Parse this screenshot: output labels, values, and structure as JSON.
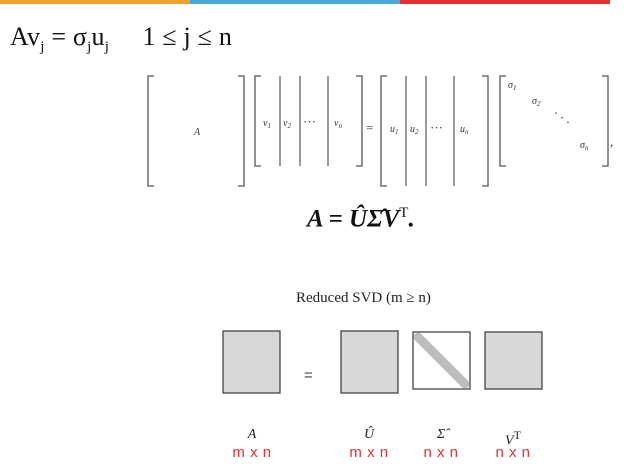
{
  "colors": {
    "bar_orange": "#f0a030",
    "bar_blue": "#4aa8d8",
    "bar_red": "#e03030",
    "dims_red": "#e53030",
    "block_fill": "#d8d8d8"
  },
  "equation_line": {
    "A": "A",
    "v": "v",
    "j1": "j",
    "eq": " = ",
    "sigma": "σ",
    "j2": "j",
    "u": "u",
    "j3": "j",
    "range": "1 ≤ j ≤ n"
  },
  "matrix_eq": {
    "A": "A",
    "v1": "v",
    "v1s": "1",
    "v2": "v",
    "v2s": "2",
    "dots": "···",
    "vn": "v",
    "vns": "n",
    "equals": "=",
    "u1": "u",
    "u1s": "1",
    "u2": "u",
    "u2s": "2",
    "un": "u",
    "uns": "n",
    "s1": "σ",
    "s1s": "1",
    "s2": "σ",
    "s2s": "2",
    "sdots": "·  ·  ·",
    "sn": "σ",
    "sns": "n",
    "comma": ","
  },
  "svd_formula": {
    "lhs": "A = ",
    "U": "Û",
    "S": "Σ̂",
    "V": "V",
    "T": "T",
    "end": "."
  },
  "reduced": {
    "title": "Reduced SVD (m ≥ n)",
    "equals": "=",
    "labels": [
      {
        "symbol": "A",
        "dims": "m x n"
      },
      {
        "symbol": "Û",
        "dims": "m x n"
      },
      {
        "symbol": "Σ̂",
        "dims": "n x n"
      },
      {
        "symbol": "V",
        "sup": "T",
        "dims": "n x n"
      }
    ]
  }
}
